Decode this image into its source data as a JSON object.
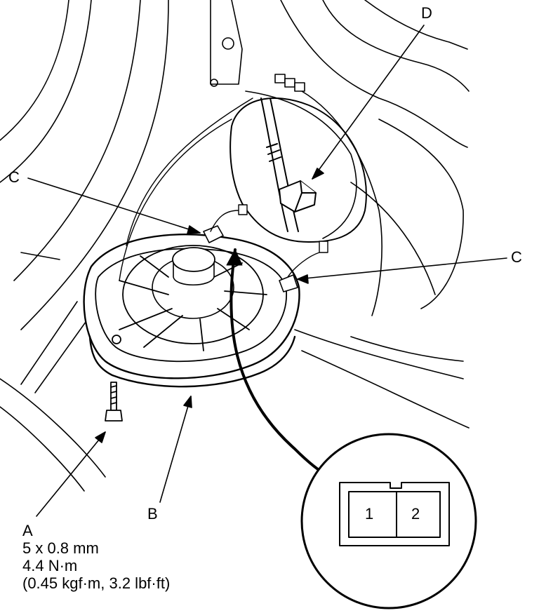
{
  "callouts": {
    "a": "A",
    "b": "B",
    "c_left": "C",
    "c_right": "C",
    "d": "D"
  },
  "spec": {
    "line1": "5 x 0.8 mm",
    "line2": "4.4 N·m",
    "line3": "(0.45 kgf·m, 3.2 lbf·ft)"
  },
  "connector": {
    "pin1": "1",
    "pin2": "2"
  }
}
